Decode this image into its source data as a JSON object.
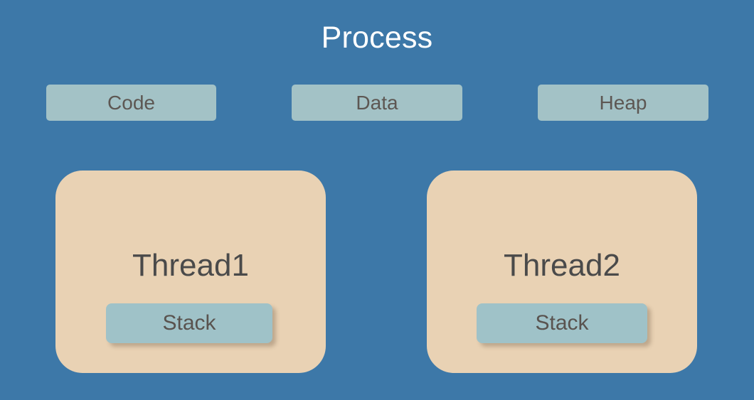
{
  "diagram": {
    "title": "Process",
    "background_color": "#3d78a8",
    "memory_segments": [
      {
        "label": "Code",
        "color": "#a3c2c6"
      },
      {
        "label": "Data",
        "color": "#a3c2c6"
      },
      {
        "label": "Heap",
        "color": "#a3c2c6"
      }
    ],
    "threads": [
      {
        "label": "Thread1",
        "color": "#e9d2b4",
        "stack": {
          "label": "Stack",
          "color": "#9fc2c8"
        }
      },
      {
        "label": "Thread2",
        "color": "#e9d2b4",
        "stack": {
          "label": "Stack",
          "color": "#9fc2c8"
        }
      }
    ]
  }
}
